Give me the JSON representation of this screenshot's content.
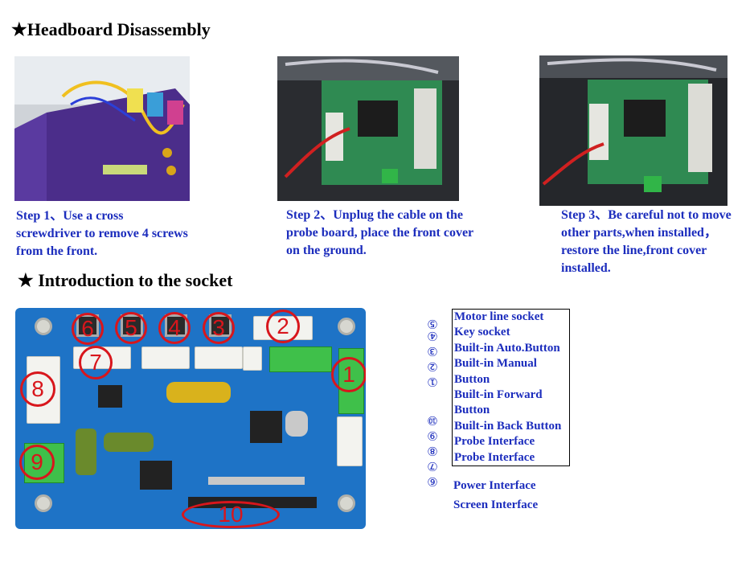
{
  "sections": {
    "headboard_title": "★Headboard Disassembly",
    "socket_title": "★ Introduction to the socket"
  },
  "steps": [
    "Step 1、Use a cross screwdriver to remove 4 screws from the front.",
    "Step 2、Unplug the cable on the probe board,  place the front cover on the ground.",
    "Step 3、Be careful not to move other parts,when installed，  restore the line,front cover installed."
  ],
  "board_marks": [
    "1",
    "2",
    "3",
    "4",
    "5",
    "6",
    "7",
    "8",
    "9",
    "10"
  ],
  "legend": {
    "group_numbers": [
      "⑥⑦⑧⑨⑩",
      "①②③④",
      "⑤"
    ],
    "boxed_items": [
      "Motor line socket",
      "Key socket",
      "Built-in Auto.Button",
      "Built-in Manual Button",
      "Built-in Forward Button",
      "Built-in Back Button",
      "Probe Interface",
      "Probe Interface"
    ],
    "extra_items": [
      "Power Interface",
      "Screen Interface"
    ]
  },
  "colors": {
    "step_text": "#1c2dbd",
    "board_blue": "#1e73c6",
    "mark_red": "#d8161c"
  }
}
